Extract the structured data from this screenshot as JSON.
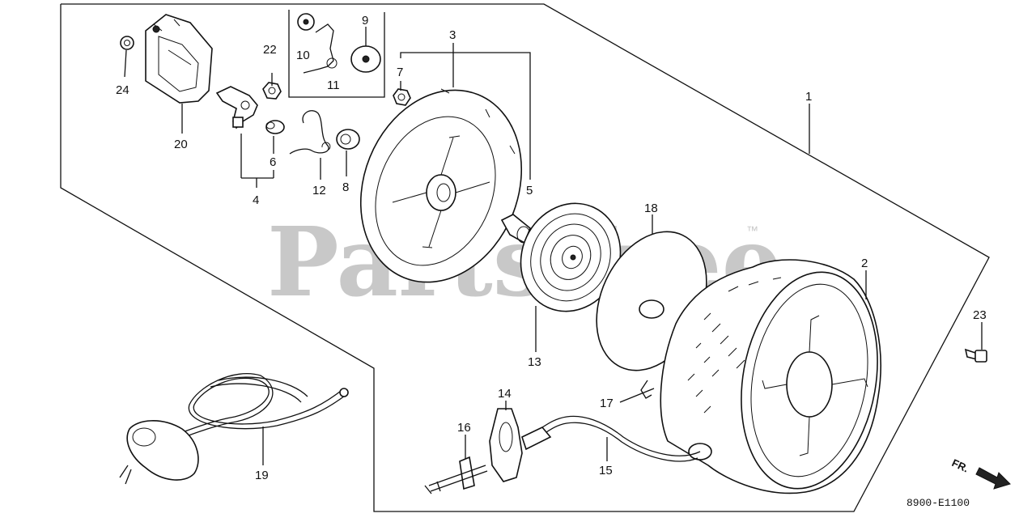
{
  "watermark": {
    "text": "PartsTree",
    "trademark": "™"
  },
  "diagram_code": "8900-E1100",
  "direction_label": "FR.",
  "callouts": [
    {
      "id": "c1",
      "label": "1"
    },
    {
      "id": "c2",
      "label": "2"
    },
    {
      "id": "c3",
      "label": "3"
    },
    {
      "id": "c4",
      "label": "4"
    },
    {
      "id": "c5",
      "label": "5"
    },
    {
      "id": "c6",
      "label": "6"
    },
    {
      "id": "c7",
      "label": "7"
    },
    {
      "id": "c8",
      "label": "8"
    },
    {
      "id": "c9",
      "label": "9"
    },
    {
      "id": "c10",
      "label": "10"
    },
    {
      "id": "c11",
      "label": "11"
    },
    {
      "id": "c12",
      "label": "12"
    },
    {
      "id": "c13",
      "label": "13"
    },
    {
      "id": "c14",
      "label": "14"
    },
    {
      "id": "c15",
      "label": "15"
    },
    {
      "id": "c16",
      "label": "16"
    },
    {
      "id": "c17",
      "label": "17"
    },
    {
      "id": "c18",
      "label": "18"
    },
    {
      "id": "c19",
      "label": "19"
    },
    {
      "id": "c20",
      "label": "20"
    },
    {
      "id": "c22",
      "label": "22"
    },
    {
      "id": "c23",
      "label": "23"
    },
    {
      "id": "c24",
      "label": "24"
    }
  ]
}
